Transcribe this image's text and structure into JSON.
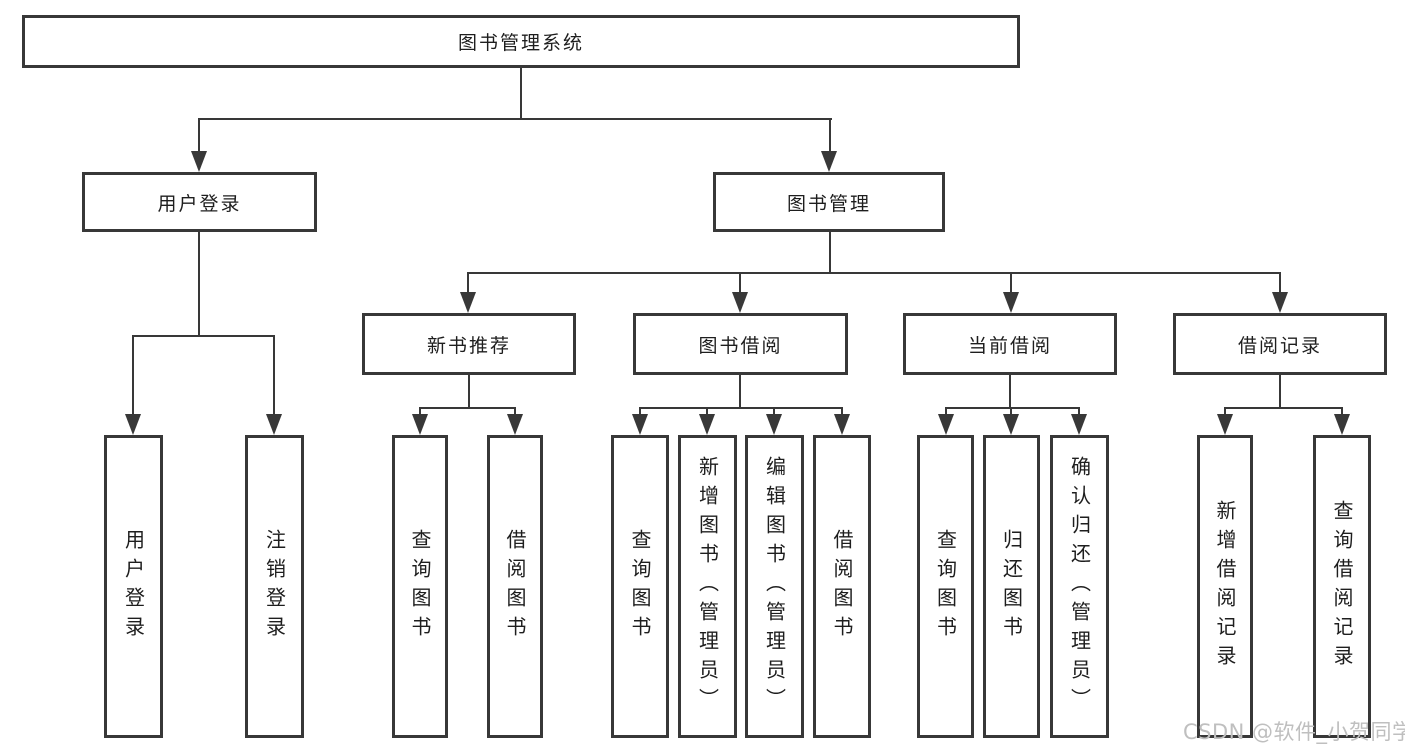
{
  "diagram": {
    "root": {
      "label": "图书管理系统"
    },
    "level2": [
      {
        "label": "用户登录"
      },
      {
        "label": "图书管理"
      }
    ],
    "level3": [
      {
        "label": "新书推荐"
      },
      {
        "label": "图书借阅"
      },
      {
        "label": "当前借阅"
      },
      {
        "label": "借阅记录"
      }
    ],
    "leaves": {
      "user_login": [
        {
          "label": "用户登录"
        },
        {
          "label": "注销登录"
        }
      ],
      "new_book": [
        {
          "label": "查询图书"
        },
        {
          "label": "借阅图书"
        }
      ],
      "borrow": [
        {
          "label": "查询图书"
        },
        {
          "label": "新增图书（管理员）"
        },
        {
          "label": "编辑图书（管理员）"
        },
        {
          "label": "借阅图书"
        }
      ],
      "current": [
        {
          "label": "查询图书"
        },
        {
          "label": "归还图书"
        },
        {
          "label": "确认归还（管理员）"
        }
      ],
      "records": [
        {
          "label": "新增借阅记录"
        },
        {
          "label": "查询借阅记录"
        }
      ]
    }
  },
  "watermark": {
    "text": "CSDN @软件_小贺同学"
  },
  "colors": {
    "line": "#383838",
    "box_border": "#383838",
    "box_fill": "#ffffff",
    "text": "#1e1e1e",
    "watermark": "#bfbfbf",
    "background": "#ffffff"
  }
}
